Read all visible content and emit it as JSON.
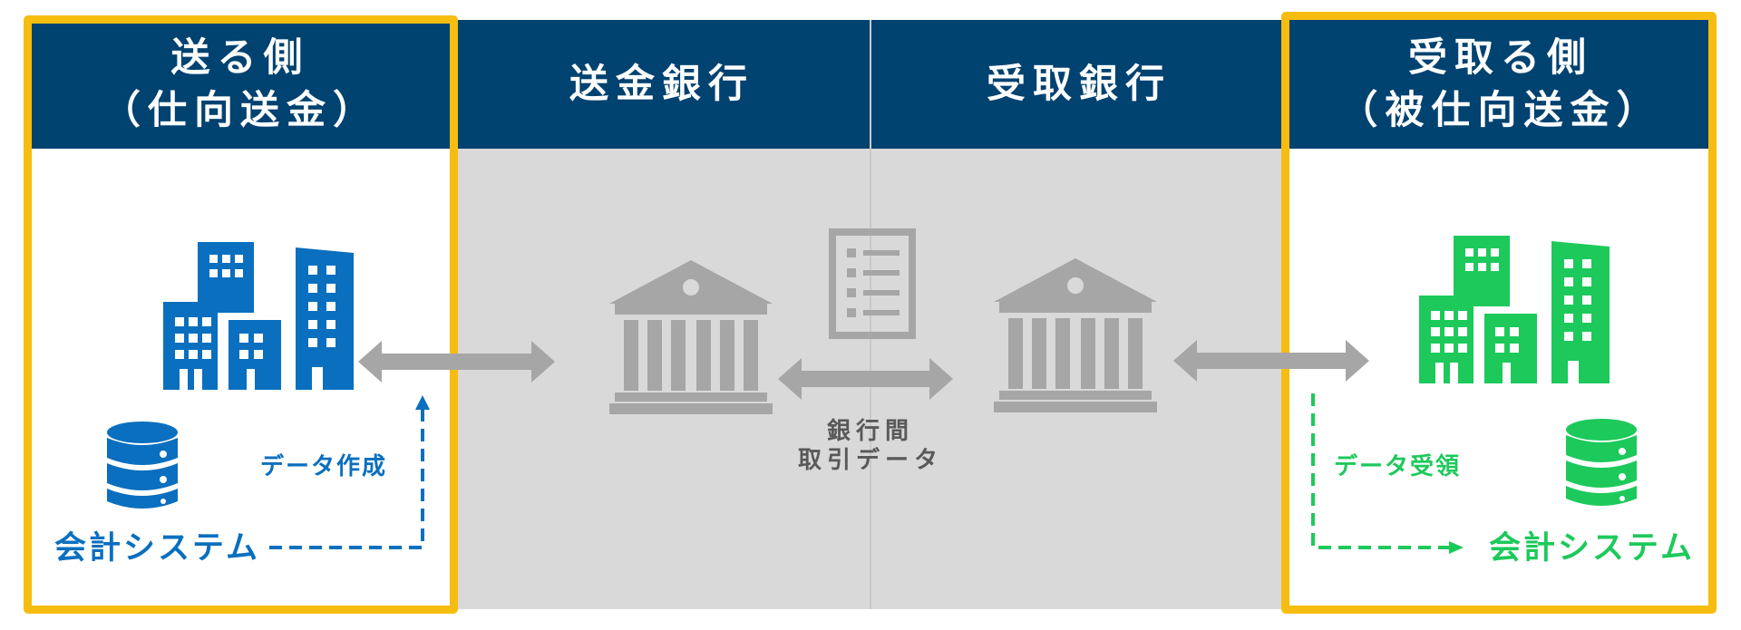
{
  "columns": {
    "sender": {
      "title_line1": "送る側",
      "title_line2": "（仕向送金）"
    },
    "sending_bank": {
      "title": "送金銀行"
    },
    "receiving_bank": {
      "title": "受取銀行"
    },
    "receiver": {
      "title_line1": "受取る側",
      "title_line2": "（被仕向送金）"
    }
  },
  "sender_side": {
    "accounting_label": "会計システム",
    "flow_label": "データ作成"
  },
  "receiver_side": {
    "accounting_label": "会計システム",
    "flow_label": "データ受領"
  },
  "interbank": {
    "label_line1": "銀行間",
    "label_line2": "取引データ"
  },
  "colors": {
    "header": "#004270",
    "highlight": "#f6bd10",
    "sender": "#0a6fbf",
    "receiver": "#1dc95b",
    "neutral": "#a6a6a6",
    "panel": "#d9d9d9"
  },
  "icons": [
    "office-building-icon",
    "database-icon",
    "bank-icon",
    "document-icon",
    "double-arrow-icon"
  ]
}
